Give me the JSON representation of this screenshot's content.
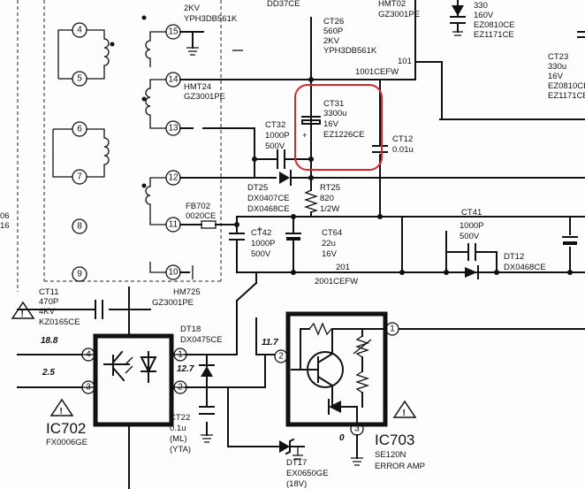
{
  "colors": {
    "ink": "#111111",
    "highlight": "#d9262a",
    "paper": "#fdfdfd"
  },
  "transformer": {
    "pins_left": [
      "4",
      "5",
      "6",
      "7",
      "8",
      "9"
    ],
    "pins_right": [
      "15",
      "14",
      "13",
      "12",
      "11",
      "10"
    ]
  },
  "labels": {
    "top_frag_1": "2KV",
    "top_frag_2": "YPH3DB561K",
    "top_frag_3": "DD37CE",
    "top_frag_4": "HMT02",
    "top_frag_5": "GZ3001PE",
    "ct26": [
      "CT26",
      "560P",
      "2KV",
      "YPH3DB561K"
    ],
    "r330": [
      "330",
      "160V",
      "EZ0810CE",
      "EZ1171CE"
    ],
    "ct23": [
      "CT23",
      "330u",
      "16V",
      "EZ0810CE",
      "EZ1171CE"
    ],
    "l101": [
      "101",
      "1001CEFW"
    ],
    "hmt24": [
      "HMT24",
      "GZ3001PE"
    ],
    "ct31": [
      "CT31",
      "3300u",
      "16V",
      "EZ1226CE"
    ],
    "ct32": [
      "CT32",
      "1000P",
      "500V"
    ],
    "ct12": [
      "CT12",
      "0.01u"
    ],
    "dt25": [
      "DT25",
      "DX0407CE",
      "DX0468CE"
    ],
    "rt25": [
      "RT25",
      "820",
      "1/2W"
    ],
    "fb702": [
      "FB702",
      "0020CE"
    ],
    "ct41": [
      "CT41",
      "1000P",
      "500V"
    ],
    "ct42": [
      "CT42",
      "1000P",
      "500V"
    ],
    "ct64": [
      "CT64",
      "22u",
      "16V"
    ],
    "dt12": [
      "DT12",
      "DX0468CE"
    ],
    "l201": [
      "201",
      "2001CEFW"
    ],
    "ct11": [
      "CT11",
      "470P",
      "4KV",
      "KZ0165CE"
    ],
    "hm725": [
      "HM725",
      "GZ3001PE"
    ],
    "left_frag": [
      "06",
      "16"
    ],
    "dt18": [
      "DT18",
      "DX0475CE"
    ],
    "ct22": [
      "CT22",
      "0.1u",
      "(ML)",
      "(YTA)"
    ],
    "dt17": [
      "DT17",
      "EX0650GE",
      "(18V)"
    ],
    "ic702": {
      "name": "IC702",
      "part": "FX0006GE"
    },
    "ic703": {
      "name": "IC703",
      "part": "SE120N",
      "role": "ERROR AMP"
    },
    "volts": {
      "v1": "18.8",
      "v2": "2.5",
      "v3": "11.7",
      "v4": "12.7",
      "v5": "0"
    },
    "ic702_pins": [
      "4",
      "3",
      "1",
      "2"
    ],
    "ic703_pins": [
      "1",
      "2",
      "3"
    ]
  }
}
